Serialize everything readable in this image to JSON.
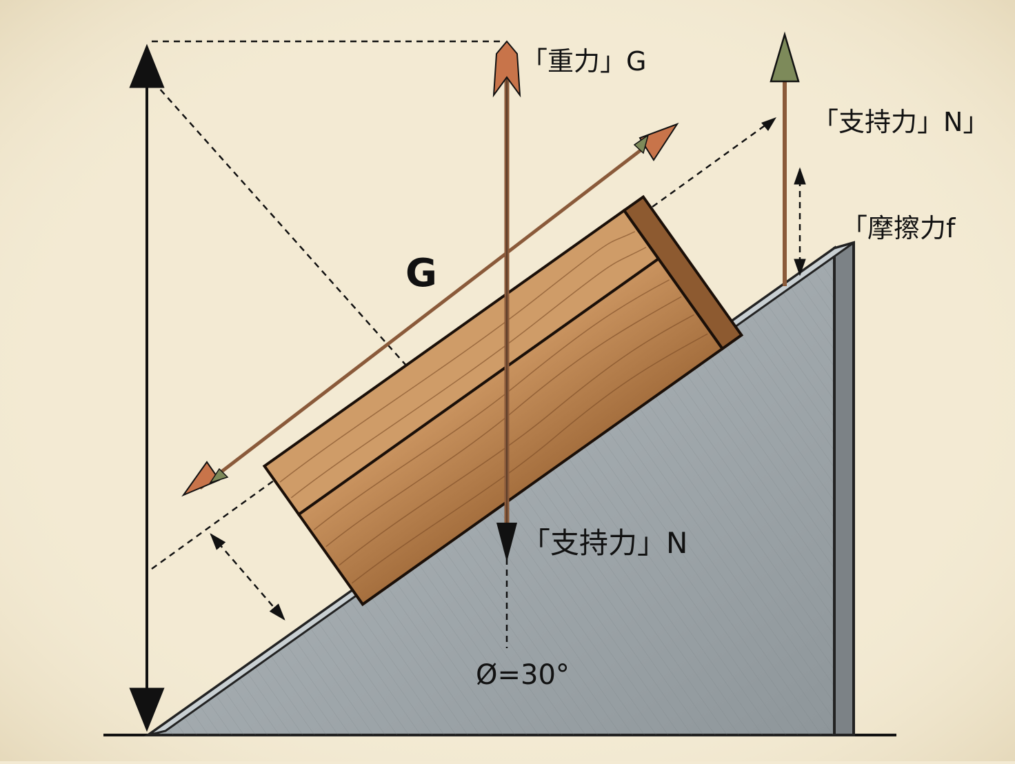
{
  "diagram": {
    "labels": {
      "gravity": "「重力」G",
      "normal_top": "「支持力」N」",
      "friction": "「摩擦力f",
      "g_mid": "G",
      "normal_bottom": "「支持力」N",
      "angle": "Ø=30°"
    },
    "colors": {
      "paper": "#f3ead3",
      "ramp_face": "#9fa6aa",
      "ramp_side": "#7c8286",
      "wood_top": "#c08a5a",
      "wood_front": "#a5703f",
      "wood_end": "#8d5a30",
      "arrow_shaft": "#8a5a3a",
      "ink": "#111111"
    }
  }
}
